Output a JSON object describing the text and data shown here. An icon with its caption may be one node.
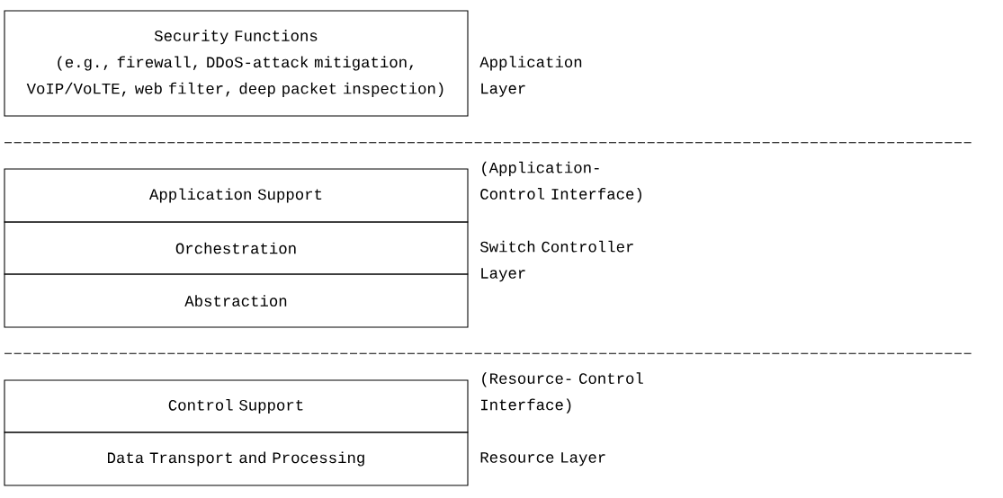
{
  "diagram": {
    "nodes": [
      {
        "text": [
          "Security Functions",
          "(e.g., firewall, DDoS-attack mitigation, VoIP/VoLTE, web filter, deep packet inspection)"
        ]
      },
      {
        "text": [
          "Application Support"
        ]
      },
      {
        "text": [
          "Orchestration"
        ]
      },
      {
        "text": [
          "Abstraction"
        ]
      },
      {
        "text": [
          "Control Support"
        ]
      },
      {
        "text": [
          "Data Transport and Processing"
        ]
      }
    ],
    "labels": [
      "Application Layer",
      "(Application- Control Interface)",
      "Switch Controller Layer",
      "(Resource- Control Interface)",
      "Resource Layer"
    ]
  }
}
